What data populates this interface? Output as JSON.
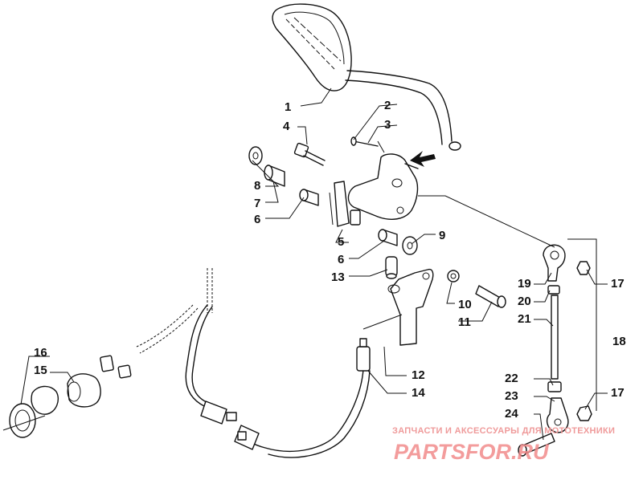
{
  "diagram": {
    "callouts": [
      {
        "id": "c1",
        "text": "1"
      },
      {
        "id": "c2",
        "text": "2"
      },
      {
        "id": "c3",
        "text": "3"
      },
      {
        "id": "c4",
        "text": "4"
      },
      {
        "id": "c8",
        "text": "8"
      },
      {
        "id": "c7",
        "text": "7"
      },
      {
        "id": "c6a",
        "text": "6"
      },
      {
        "id": "c5",
        "text": "5"
      },
      {
        "id": "c6b",
        "text": "6"
      },
      {
        "id": "c9",
        "text": "9"
      },
      {
        "id": "c13",
        "text": "13"
      },
      {
        "id": "c10",
        "text": "10"
      },
      {
        "id": "c11",
        "text": "11"
      },
      {
        "id": "c12",
        "text": "12"
      },
      {
        "id": "c14",
        "text": "14"
      },
      {
        "id": "c16",
        "text": "16"
      },
      {
        "id": "c15",
        "text": "15"
      },
      {
        "id": "c19",
        "text": "19"
      },
      {
        "id": "c17a",
        "text": "17"
      },
      {
        "id": "c20",
        "text": "20"
      },
      {
        "id": "c21",
        "text": "21"
      },
      {
        "id": "c18",
        "text": "18"
      },
      {
        "id": "c22",
        "text": "22"
      },
      {
        "id": "c17b",
        "text": "17"
      },
      {
        "id": "c23",
        "text": "23"
      },
      {
        "id": "c24",
        "text": "24"
      }
    ]
  },
  "watermark": {
    "tagline": "ЗАПЧАСТИ И АКСЕССУАРЫ ДЛЯ МОТОТЕХНИКИ",
    "logo": "PARTSFOR.RU",
    "color": "#f28b8b"
  }
}
